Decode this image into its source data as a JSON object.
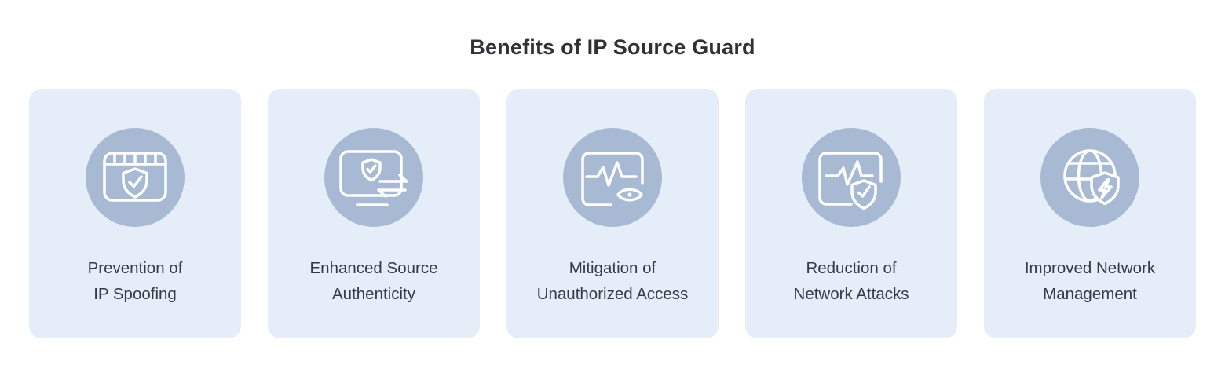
{
  "title": "Benefits of IP Source Guard",
  "colors": {
    "page_bg": "#ffffff",
    "card_bg": "#E4EDF8",
    "circle_bg": "#A7B9D3",
    "icon_stroke": "#ffffff",
    "title_color": "#2F3136",
    "label_color": "#323B46"
  },
  "cards": [
    {
      "icon": "browser-shield-check-icon",
      "lines": [
        "Prevention of",
        "IP Spoofing"
      ]
    },
    {
      "icon": "screen-shield-transfer-icon",
      "lines": [
        "Enhanced Source",
        "Authenticity"
      ]
    },
    {
      "icon": "monitor-pulse-eye-icon",
      "lines": [
        "Mitigation of",
        "Unauthorized Access"
      ]
    },
    {
      "icon": "monitor-pulse-shield-icon",
      "lines": [
        "Reduction of",
        "Network Attacks"
      ]
    },
    {
      "icon": "globe-shield-bolt-icon",
      "lines": [
        "Improved Network",
        "Management"
      ]
    }
  ]
}
